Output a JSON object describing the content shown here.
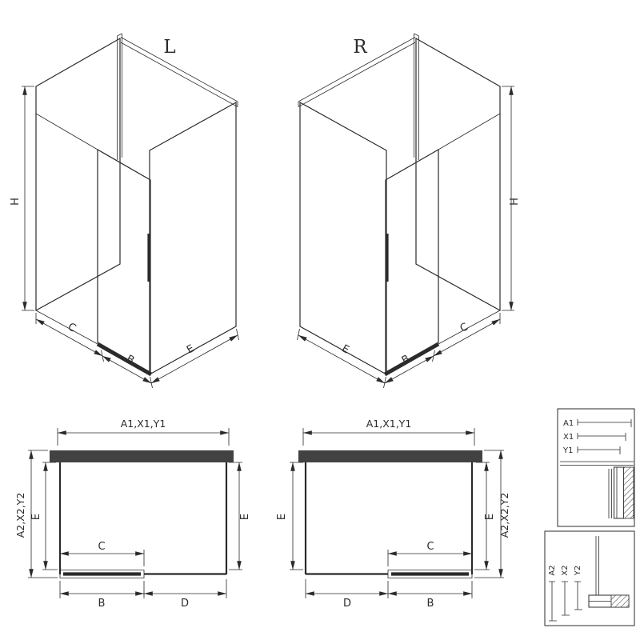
{
  "drawing": {
    "background": "#ffffff",
    "ink": "#2b2b2b",
    "iso_left": {
      "label": "L",
      "dim_height": "H",
      "dim_front": "C",
      "dim_door": "B",
      "dim_side": "E"
    },
    "iso_right": {
      "label": "R",
      "dim_height": "H",
      "dim_front": "C",
      "dim_door": "B",
      "dim_side": "E"
    },
    "plan_left": {
      "dim_top": "A1,X1,Y1",
      "dim_outer": "A2,X2,Y2",
      "dim_side_left": "E",
      "dim_side_right": "E",
      "dim_opening": "C",
      "dim_door": "B",
      "dim_fixed": "D"
    },
    "plan_right": {
      "dim_top": "A1,X1,Y1",
      "dim_outer": "A2,X2,Y2",
      "dim_side_left": "E",
      "dim_side_right": "E",
      "dim_opening": "C",
      "dim_door": "B",
      "dim_fixed": "D"
    },
    "detail_top": {
      "dim_1": "A1",
      "dim_2": "X1",
      "dim_3": "Y1"
    },
    "detail_bottom": {
      "dim_1": "A2",
      "dim_2": "X2",
      "dim_3": "Y2"
    }
  }
}
